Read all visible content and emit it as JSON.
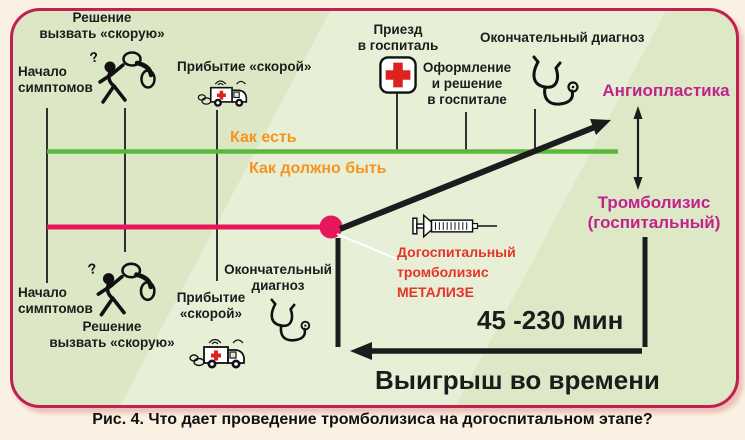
{
  "colors": {
    "panel_background": "#dfe9cb",
    "outer_background": "#fbf1e2",
    "border": "#c32050",
    "as_is_line_green": "#5cb83c",
    "should_be_line_pink": "#e8175c",
    "orange_label": "#f7941d",
    "magenta_label": "#c0248c",
    "red_label": "#e53528",
    "red_cross": "#dd2222",
    "black": "#1c1c1c"
  },
  "scenario_labels": {
    "as_is": "Как есть",
    "should_be": "Как должно быть"
  },
  "top_timeline": {
    "symptom_onset_l1": "Начало",
    "symptom_onset_l2": "симптомов",
    "call_decision_l1": "Решение",
    "call_decision_l2": "вызвать «скорую»",
    "ambulance_arrival": "Прибытие «скорой»",
    "hospital_arrival_l1": "Приезд",
    "hospital_arrival_l2": "в госпиталь",
    "hospital_admission_l1": "Оформление",
    "hospital_admission_l2": "и решение",
    "hospital_admission_l3": "в госпитале",
    "final_diagnosis": "Окончательный диагноз",
    "angioplasty": "Ангиопластика",
    "hospital_thrombolysis_l1": "Тромболизис",
    "hospital_thrombolysis_l2": "(госпитальный)"
  },
  "bottom_timeline": {
    "symptom_onset_l1": "Начало",
    "symptom_onset_l2": "симптомов",
    "call_decision_l1": "Решение",
    "call_decision_l2": "вызвать «скорую»",
    "ambulance_arrival_l1": "Прибытие",
    "ambulance_arrival_l2": "«скорой»",
    "final_diagnosis_l1": "Окончательный",
    "final_diagnosis_l2": "диагноз",
    "prehospital_thrombolysis_l1": "Догоспитальный",
    "prehospital_thrombolysis_l2": "тромболизис",
    "prehospital_thrombolysis_l3": "МЕТАЛИЗЕ"
  },
  "time_gain": {
    "range": "45 -230 мин",
    "label": "Выигрыш во времени"
  },
  "caption": "Рис. 4. Что дает проведение тромболизиса на догоспитальном этапе?",
  "icons": {
    "call_person": "person-calling-icon",
    "ambulance": "ambulance-icon",
    "hospital_cross": "red-cross-icon",
    "stethoscope": "stethoscope-icon",
    "syringe": "syringe-icon"
  }
}
